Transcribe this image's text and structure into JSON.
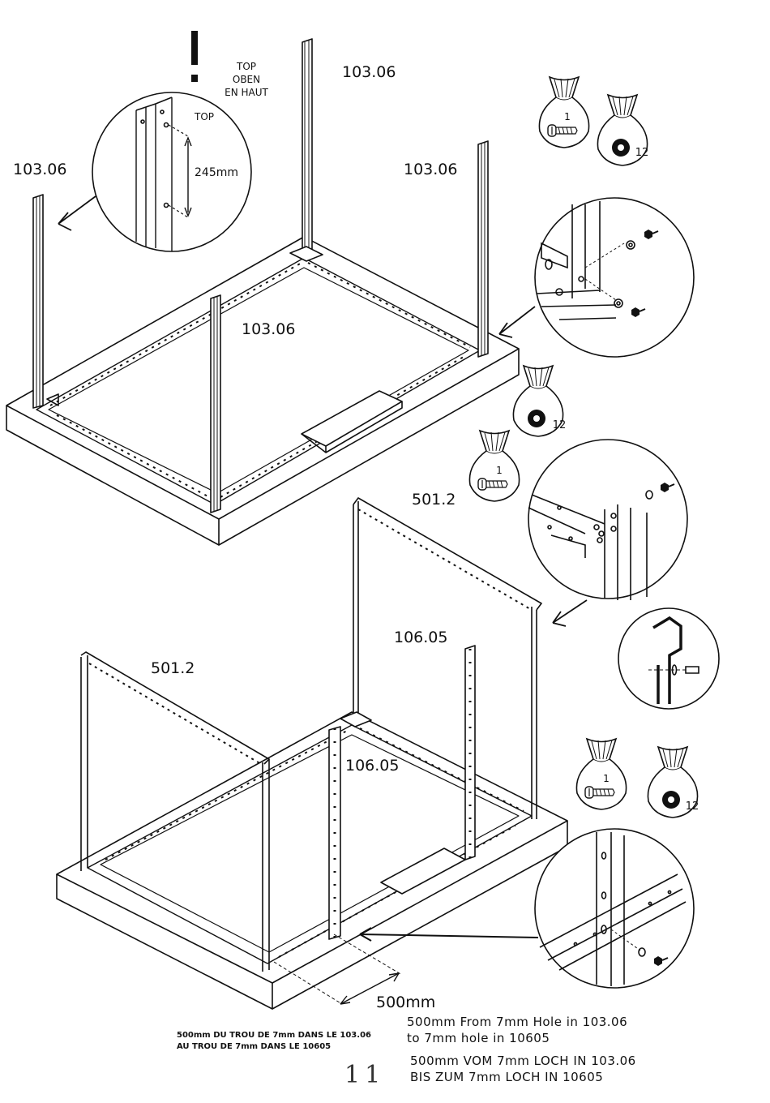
{
  "warning": {
    "symbol": "!",
    "top_lines": [
      "TOP",
      "OBEN",
      "EN HAUT"
    ]
  },
  "parts": {
    "post_label": "103.06",
    "side_frame_label": "501.2",
    "center_post_label": "106.05"
  },
  "detail_top": {
    "label": "TOP",
    "dimension": "245mm"
  },
  "hardware": {
    "screw_count": "1",
    "washer_count": "12"
  },
  "measure": {
    "dimension": "500mm"
  },
  "instructions": {
    "fr": [
      "500mm DU TROU DE 7mm DANS LE 103.06",
      "AU TROU DE 7mm DANS LE 10605"
    ],
    "en": [
      "500mm From 7mm Hole in 103.06",
      "to 7mm hole in 10605"
    ],
    "de": [
      "500mm VOM 7mm LOCH IN 103.06",
      "BIS ZUM 7mm LOCH IN 10605"
    ]
  },
  "page_number": "11"
}
